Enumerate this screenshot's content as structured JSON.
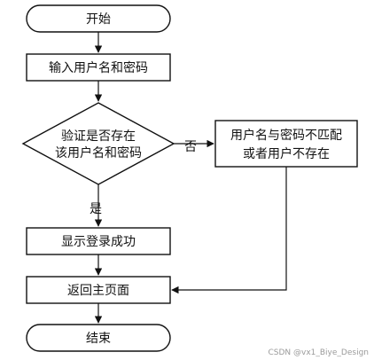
{
  "flowchart": {
    "start": "开始",
    "input": "输入用户名和密码",
    "decision_line1": "验证是否存在",
    "decision_line2": "该用户名和密码",
    "no_label": "否",
    "error_line1": "用户名与密码不匹配",
    "error_line2": "或者用户不存在",
    "yes_label": "是",
    "success": "显示登录成功",
    "return": "返回主页面",
    "end": "结束"
  },
  "watermark": "CSDN @vx1_Biye_Design"
}
